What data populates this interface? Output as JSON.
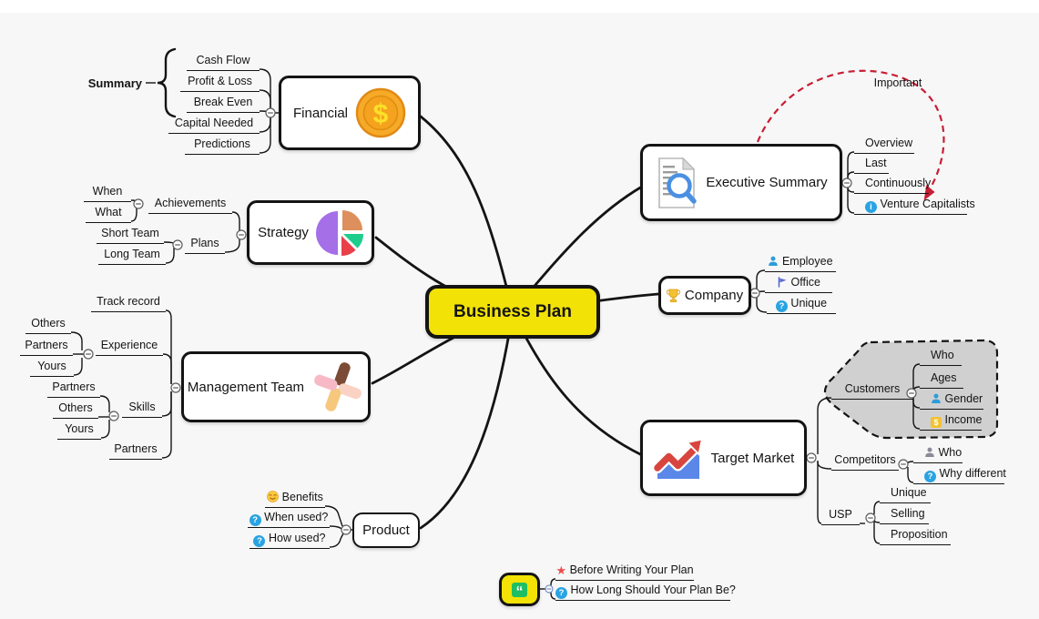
{
  "app": {
    "type": "mind-map",
    "background": "#F7F7F7",
    "top_strip": "#FFFFFF"
  },
  "colors": {
    "central_fill": "#F2E205",
    "relationship_red": "#C81E35",
    "boundary_gray": "#C7C7C7",
    "question_blue": "#29A3E2",
    "income_yellow": "#F2C230",
    "node_border": "#141414"
  },
  "icons": {
    "question": "?",
    "info": "i",
    "star": "★",
    "quote": "“",
    "income_dollar": "$",
    "coin_dollar": "$"
  },
  "central_topic": {
    "label": "Business Plan"
  },
  "relationship": {
    "label": "Important"
  },
  "floating_topic": {
    "icon": "quote-icon",
    "children": [
      "Before Writing Your Plan",
      "How Long Should Your Plan Be?"
    ]
  },
  "branches": {
    "financial": {
      "label": "Financial",
      "icon": "coin-icon",
      "summary_label": "Summary",
      "children": [
        "Cash Flow",
        "Profit & Loss",
        "Break Even",
        "Capital Needed",
        "Predictions"
      ]
    },
    "strategy": {
      "label": "Strategy",
      "icon": "pie-chart-icon",
      "achievements": {
        "label": "Achievements",
        "children": [
          "When",
          "What"
        ]
      },
      "plans": {
        "label": "Plans",
        "children": [
          "Short Team",
          "Long Team"
        ]
      }
    },
    "management": {
      "label": "Management Team",
      "icon": "hands-icon",
      "track_record": "Track record",
      "experience": {
        "label": "Experience",
        "children": [
          "Others",
          "Partners",
          "Yours"
        ]
      },
      "skills": {
        "label": "Skills",
        "children": [
          "Partners",
          "Others",
          "Yours"
        ]
      },
      "partners": "Partners"
    },
    "product": {
      "label": "Product",
      "children": [
        "Benefits",
        "When used?",
        "How used?"
      ]
    },
    "executive": {
      "label": "Executive Summary",
      "icon": "document-magnifier-icon",
      "children": [
        "Overview",
        "Last",
        "Continuously",
        "Venture Capitalists"
      ]
    },
    "company": {
      "label": "Company",
      "icon": "trophy-icon",
      "children": [
        "Employee",
        "Office",
        "Unique"
      ]
    },
    "target": {
      "label": "Target Market",
      "icon": "growth-chart-icon",
      "customers": {
        "label": "Customers",
        "boundary": true,
        "children": [
          "Who",
          "Ages",
          "Gender",
          "Income"
        ]
      },
      "competitors": {
        "label": "Competitors",
        "children": [
          "Who",
          "Why different"
        ]
      },
      "usp": {
        "label": "USP",
        "children": [
          "Unique",
          "Selling",
          "Proposition"
        ]
      }
    }
  }
}
